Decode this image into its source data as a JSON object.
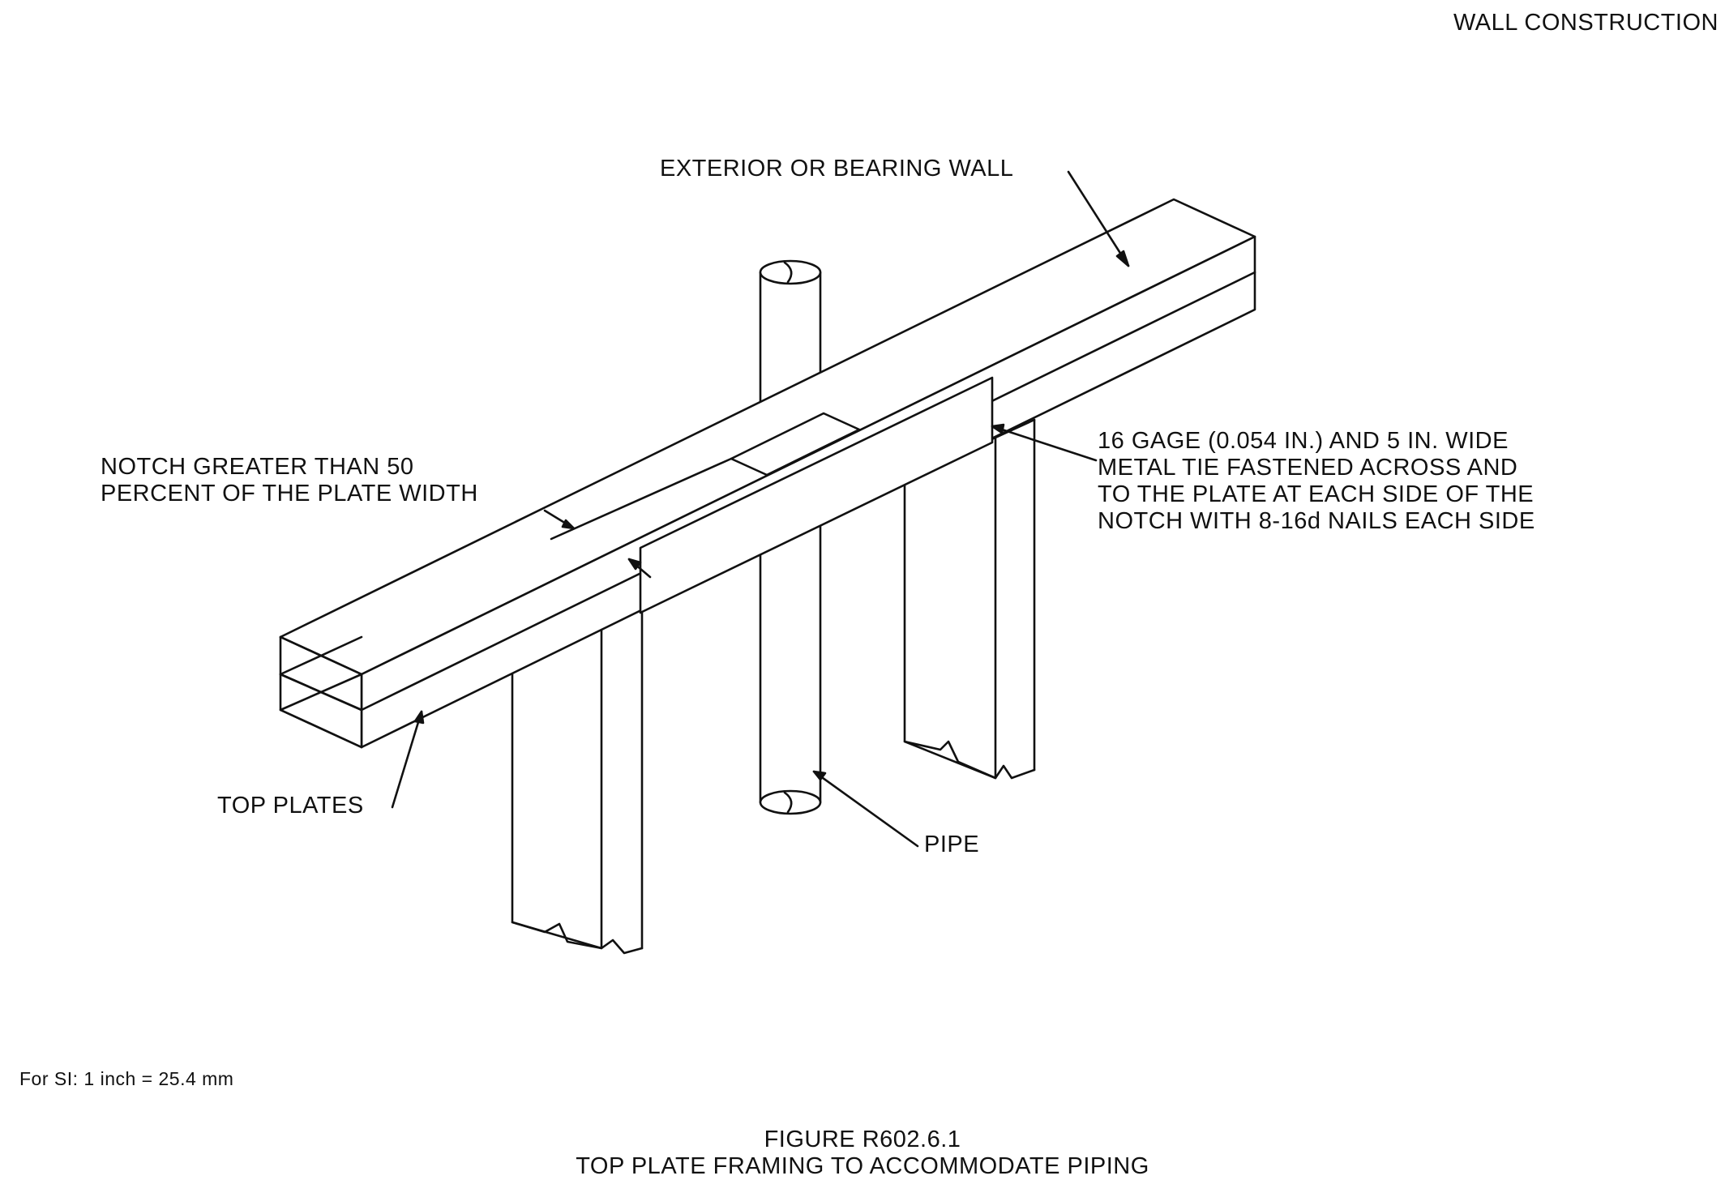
{
  "header": {
    "section_title": "WALL CONSTRUCTION"
  },
  "labels": {
    "wall": "EXTERIOR OR BEARING WALL",
    "notch": [
      "NOTCH GREATER THAN 50",
      "PERCENT OF THE PLATE WIDTH"
    ],
    "metal_tie": [
      "16 GAGE (0.054 IN.) AND 5 IN. WIDE",
      "METAL TIE FASTENED ACROSS AND",
      "TO THE PLATE AT EACH SIDE OF THE",
      "NOTCH WITH 8-16d NAILS EACH SIDE"
    ],
    "top_plates": "TOP PLATES",
    "pipe": "PIPE"
  },
  "footnote": "For SI:  1 inch = 25.4 mm",
  "caption": {
    "figure_number": "FIGURE R602.6.1",
    "title": "TOP PLATE FRAMING TO ACCOMMODATE PIPING"
  },
  "colors": {
    "line": "#111111",
    "background": "#ffffff"
  }
}
